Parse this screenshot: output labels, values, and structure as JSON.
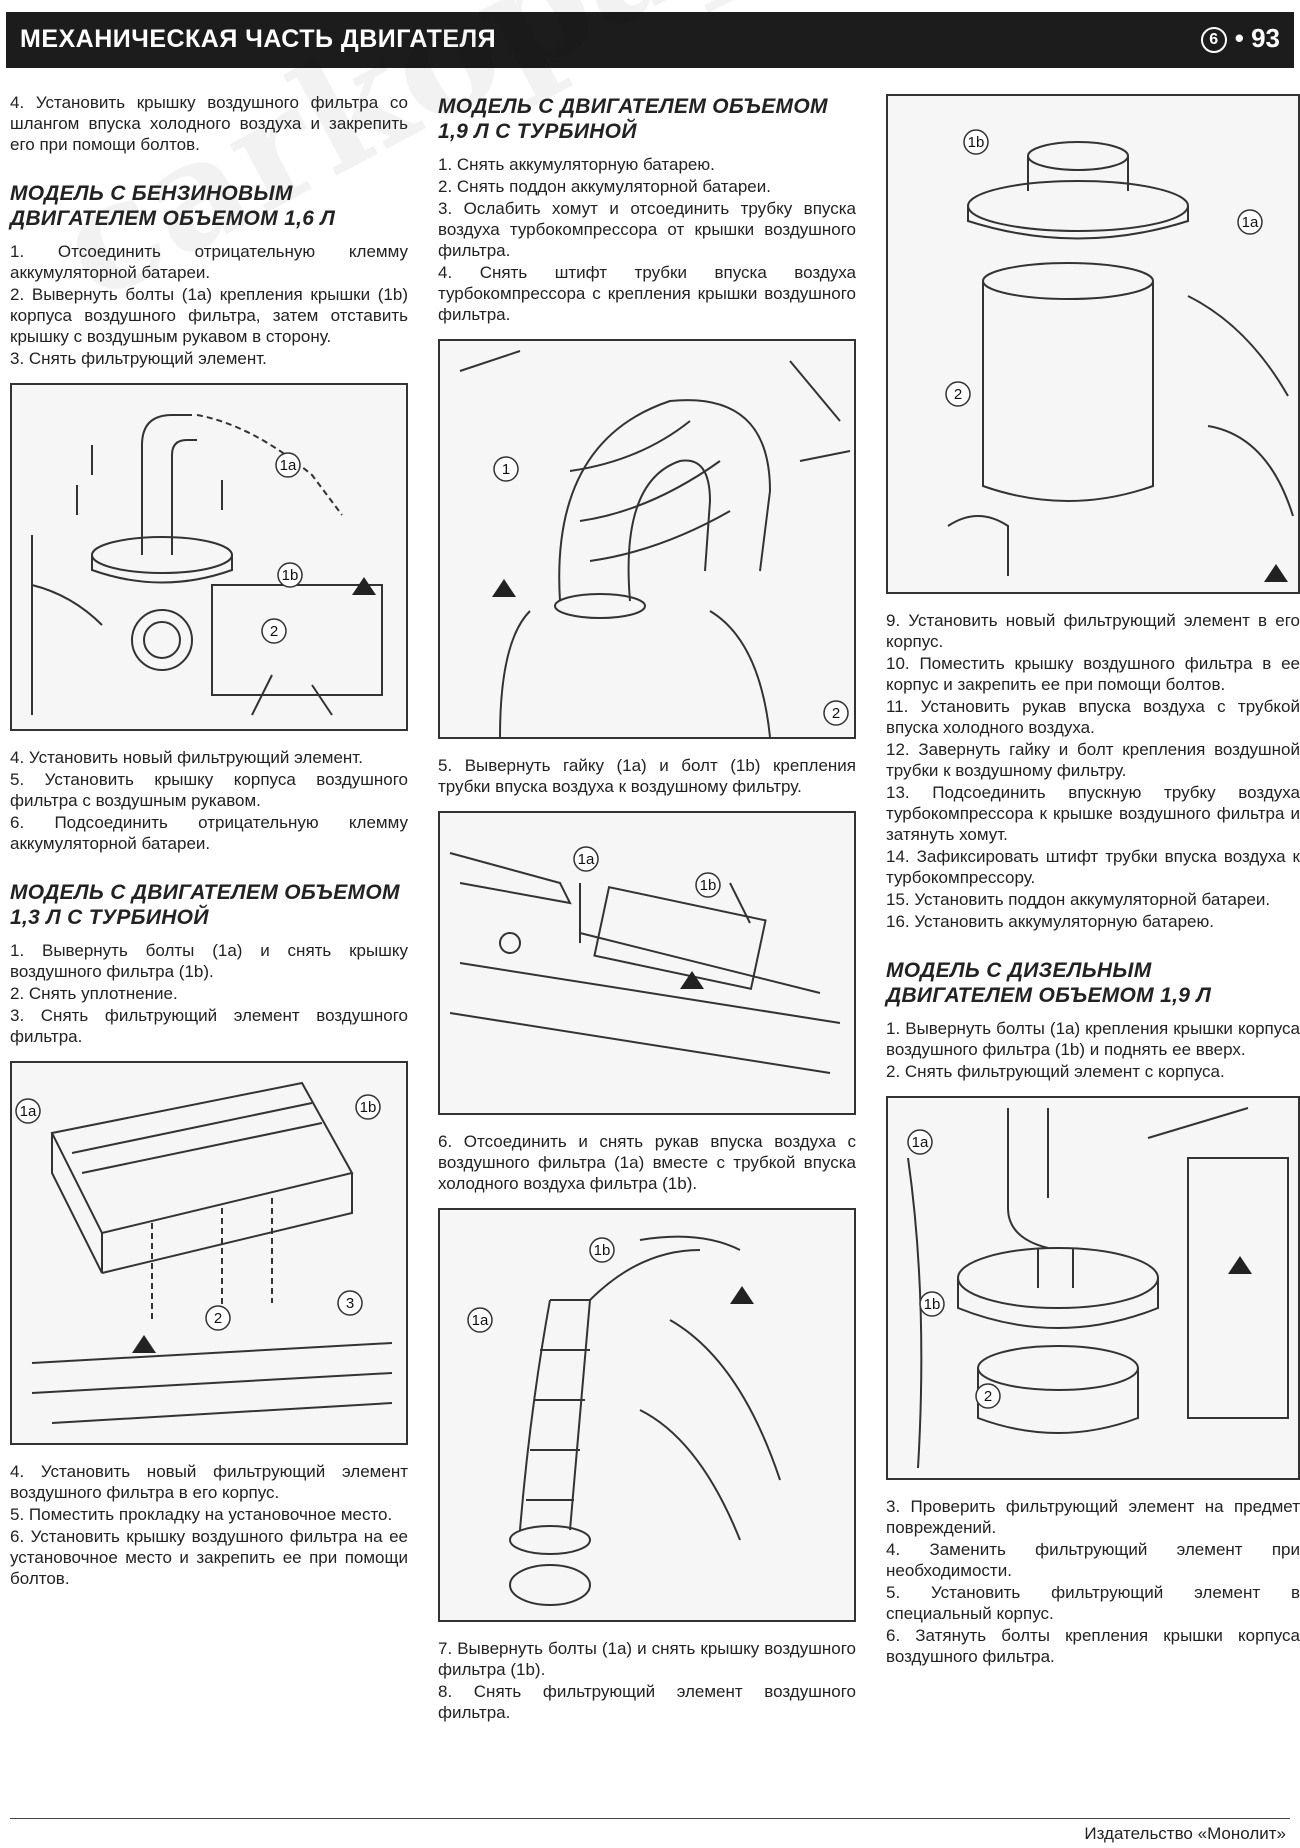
{
  "header": {
    "title": "МЕХАНИЧЕСКАЯ ЧАСТЬ ДВИГАТЕЛЯ",
    "section": "6",
    "page": "93"
  },
  "watermark": "carkopaptyus.ru",
  "col1": {
    "p_intro": "4. Установить крышку воздушного фильтра со шлангом впуска холодного воздуха и закрепить его при помощи болтов.",
    "h_petrol16": "МОДЕЛЬ С БЕНЗИНОВЫМ ДВИГАТЕЛЕМ ОБЪЕМОМ 1,6 Л",
    "petrol16_steps": [
      "1. Отсоединить отрицательную клемму аккумуляторной батареи.",
      "2. Вывернуть болты (1a) крепления крышки (1b) корпуса воздушного фильтра, затем отставить крышку с воздушным рукавом в сторону.",
      "3. Снять фильтрующий элемент."
    ],
    "fig1_labels": {
      "l1": "1a",
      "l2": "1b",
      "l3": "2"
    },
    "petrol16_after": [
      "4. Установить новый фильтрующий элемент.",
      "5. Установить крышку корпуса воздушного фильтра с воздушным рукавом.",
      "6. Подсоединить отрицательную клемму аккумуляторной батареи."
    ],
    "h_turbo13": "МОДЕЛЬ С ДВИГАТЕЛЕМ ОБЪЕМОМ 1,3 Л С ТУРБИНОЙ",
    "turbo13_steps": [
      "1. Вывернуть болты (1a) и снять крышку воздушного фильтра (1b).",
      "2. Снять уплотнение.",
      "3. Снять фильтрующий элемент воздушного фильтра."
    ],
    "fig2_labels": {
      "l1": "1a",
      "l2": "1b",
      "l3": "2",
      "l4": "3"
    },
    "turbo13_after": [
      "4. Установить новый фильтрующий элемент воздушного фильтра в его корпус.",
      "5. Поместить прокладку на установочное место.",
      "6. Установить крышку воздушного фильтра на ее установочное место и закрепить ее при помощи болтов."
    ]
  },
  "col2": {
    "h_turbo19": "МОДЕЛЬ С ДВИГАТЕЛЕМ ОБЪЕМОМ 1,9 Л С ТУРБИНОЙ",
    "turbo19_steps": [
      "1. Снять аккумуляторную батарею.",
      "2. Снять поддон аккумуляторной батареи.",
      "3. Ослабить хомут и отсоединить трубку впуска воздуха турбокомпрессора от крышки воздушного фильтра.",
      "4. Снять штифт трубки впуска воздуха турбокомпрессора с крепления крышки воздушного фильтра."
    ],
    "fig3_labels": {
      "l1": "1",
      "l2": "2"
    },
    "step5": "5. Вывернуть гайку (1a) и болт (1b) крепления трубки впуска воздуха к воздушному фильтру.",
    "fig4_labels": {
      "l1": "1a",
      "l2": "1b"
    },
    "step6": "6. Отсоединить и снять рукав впуска воздуха с воздушного фильтра (1a) вместе с трубкой впуска холодного воздуха фильтра (1b).",
    "fig5_labels": {
      "l1": "1b",
      "l2": "1a"
    },
    "steps_after": [
      "7. Вывернуть болты (1a) и снять крышку воздушного фильтра (1b).",
      "8. Снять фильтрующий элемент воздушного фильтра."
    ]
  },
  "col3": {
    "fig6_labels": {
      "l1": "1b",
      "l2": "1a",
      "l3": "2"
    },
    "steps": [
      "9. Установить новый фильтрующий элемент в его корпус.",
      "10. Поместить крышку воздушного фильтра в ее корпус и закрепить ее при помощи болтов.",
      "11. Установить рукав впуска воздуха с трубкой впуска холодного воздуха.",
      "12. Завернуть гайку и болт крепления воздушной трубки к воздушному фильтру.",
      "13. Подсоединить впускную трубку воздуха турбокомпрессора к крышке воздушного фильтра и затянуть хомут.",
      "14. Зафиксировать штифт трубки впуска воздуха к турбокомпрессору.",
      "15. Установить поддон аккумуляторной батареи.",
      "16. Установить аккумуляторную батарею."
    ],
    "h_diesel19": "МОДЕЛЬ С ДИЗЕЛЬНЫМ ДВИГАТЕЛЕМ ОБЪЕМОМ 1,9 Л",
    "diesel_steps": [
      "1. Вывернуть болты (1a) крепления крышки корпуса воздушного фильтра (1b) и поднять ее вверх.",
      "2. Снять фильтрующий элемент с корпуса."
    ],
    "fig7_labels": {
      "l1": "1a",
      "l2": "1b",
      "l3": "2"
    },
    "diesel_after": [
      "3. Проверить фильтрующий элемент на предмет повреждений.",
      "4. Заменить фильтрующий элемент при необходимости.",
      "5. Установить фильтрующий элемент в специальный корпус.",
      "6. Затянуть болты крепления крышки корпуса воздушного фильтра."
    ]
  },
  "footer": {
    "publisher": "Издательство «Монолит»"
  }
}
